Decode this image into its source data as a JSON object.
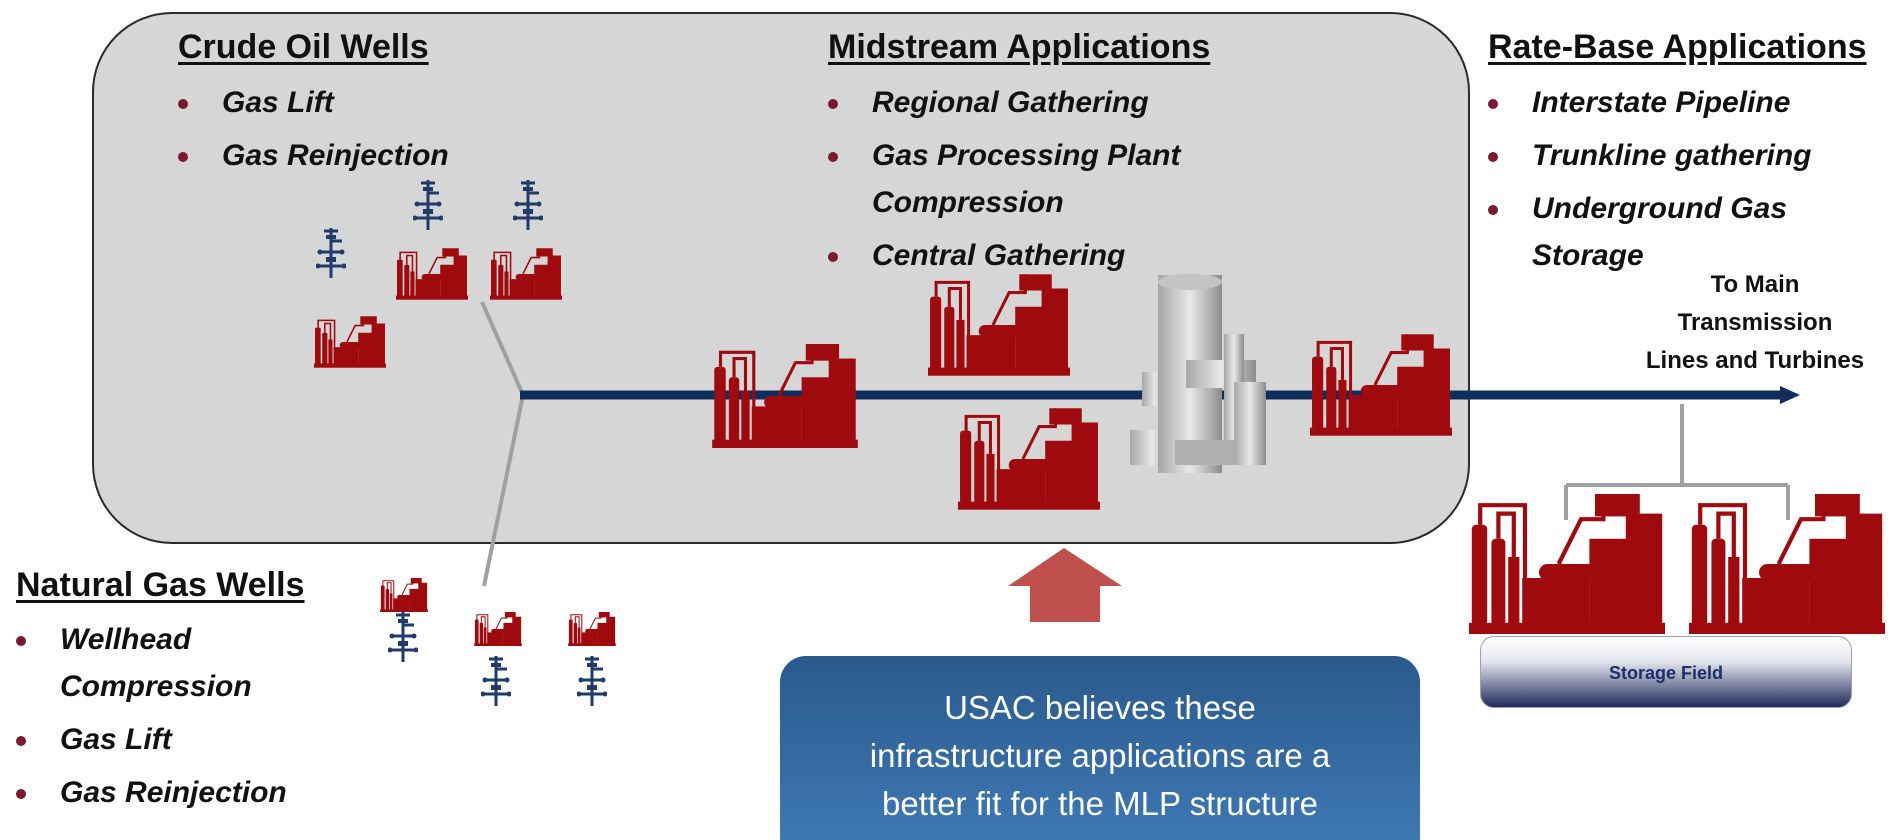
{
  "crude_oil": {
    "heading": "Crude Oil Wells",
    "items": [
      "Gas Lift",
      "Gas Reinjection"
    ]
  },
  "midstream": {
    "heading": "Midstream Applications",
    "items": [
      "Regional Gathering",
      "Gas Processing Plant Compression",
      "Central Gathering"
    ]
  },
  "rate_base": {
    "heading": "Rate-Base Applications",
    "items": [
      "Interstate Pipeline",
      "Trunkline gathering",
      "Underground Gas Storage"
    ]
  },
  "natural_gas": {
    "heading": "Natural Gas Wells",
    "items": [
      "Wellhead Compression",
      "Gas Lift",
      "Gas Reinjection"
    ]
  },
  "destination": {
    "line1": "To Main",
    "line2": "Transmission",
    "line3": "Lines and Turbines"
  },
  "callout": {
    "line1": "USAC believes these",
    "line2": "infrastructure applications are a",
    "line3": "better fit for the MLP structure"
  },
  "storage_field": "Storage Field",
  "icons": {
    "compressor": "compressor-icon",
    "wellhead": "wellhead-icon",
    "turbine": "processing-plant-icon",
    "arrow": "callout-arrow-icon"
  },
  "colors": {
    "compressor": "#9e0a0e",
    "wellhead": "#1f3a6b",
    "pipeline": "#0f2e5c",
    "panel": "#d6d6d6",
    "callout": "#2f66a0",
    "arrow": "#c0504d"
  }
}
